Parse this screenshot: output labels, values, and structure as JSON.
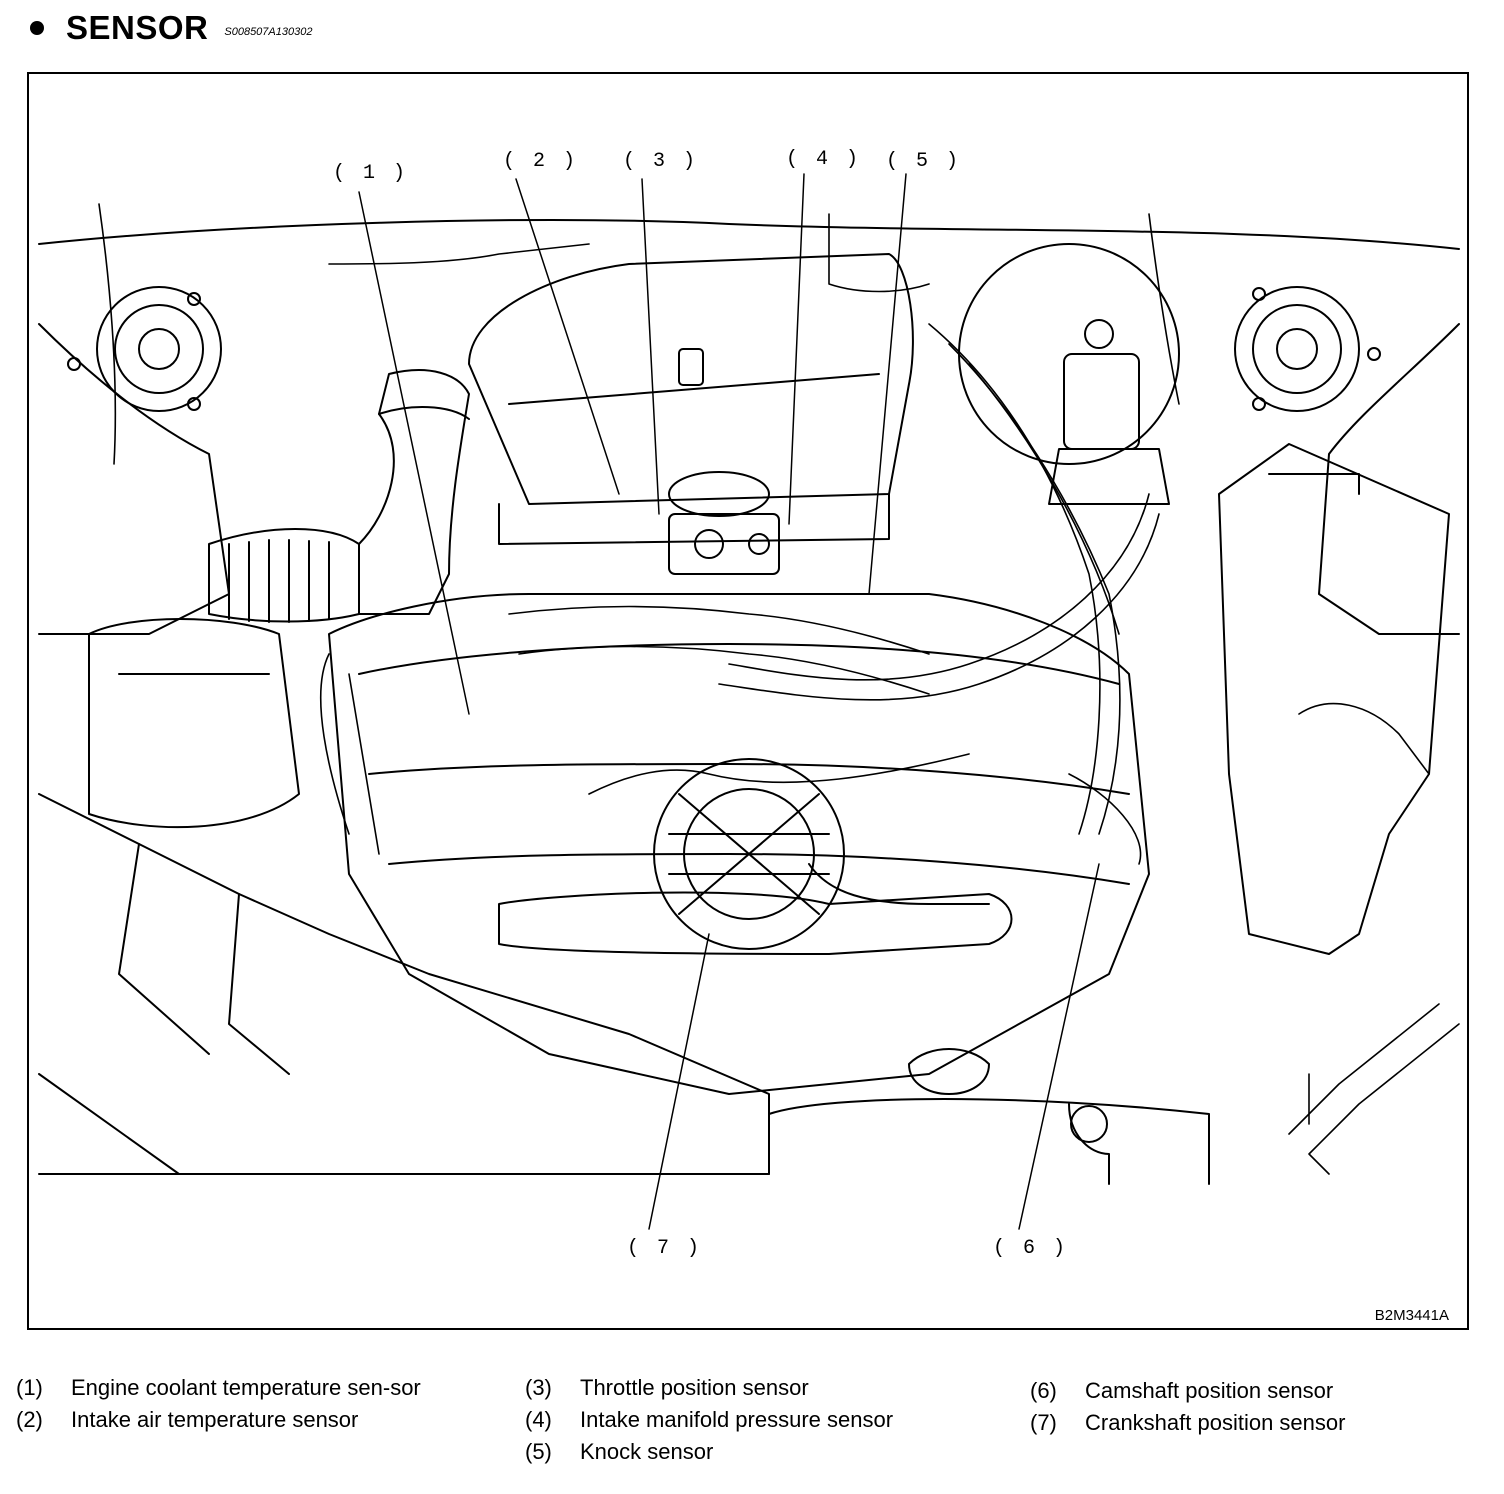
{
  "header": {
    "title": "SENSOR",
    "code": "S008507A130302"
  },
  "figure": {
    "code": "B2M3441A",
    "callouts": [
      {
        "id": "1",
        "label": "( 1 )"
      },
      {
        "id": "2",
        "label": "( 2 )"
      },
      {
        "id": "3",
        "label": "( 3 )"
      },
      {
        "id": "4",
        "label": "( 4 )"
      },
      {
        "id": "5",
        "label": "( 5 )"
      },
      {
        "id": "6",
        "label": "( 6 )"
      },
      {
        "id": "7",
        "label": "( 7 )"
      }
    ]
  },
  "legend": [
    {
      "num": "(1)",
      "text": "Engine coolant temperature sen-sor"
    },
    {
      "num": "(2)",
      "text": "Intake air temperature sensor"
    },
    {
      "num": "(3)",
      "text": "Throttle position sensor"
    },
    {
      "num": "(4)",
      "text": "Intake manifold pressure sensor"
    },
    {
      "num": "(5)",
      "text": "Knock sensor"
    },
    {
      "num": "(6)",
      "text": "Camshaft position sensor"
    },
    {
      "num": "(7)",
      "text": "Crankshaft position sensor"
    }
  ]
}
